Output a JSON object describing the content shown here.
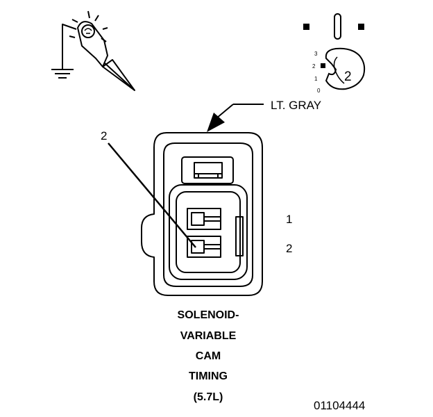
{
  "wire_color_label": "LT. GRAY",
  "pointer_label": "2",
  "pin_labels": [
    "1",
    "2"
  ],
  "connector_name_lines": [
    "SOLENOID-",
    "VARIABLE",
    "CAM",
    "TIMING",
    "(5.7L)"
  ],
  "figure_number": "01104444",
  "ignition_positions": [
    "3",
    "2",
    "1",
    "0"
  ],
  "ignition_key_label": "2",
  "icons": {
    "probe": "test-probe-icon",
    "ground": "ground-symbol-icon",
    "ignition": "ignition-switch-icon",
    "connector": "connector-face-icon"
  }
}
